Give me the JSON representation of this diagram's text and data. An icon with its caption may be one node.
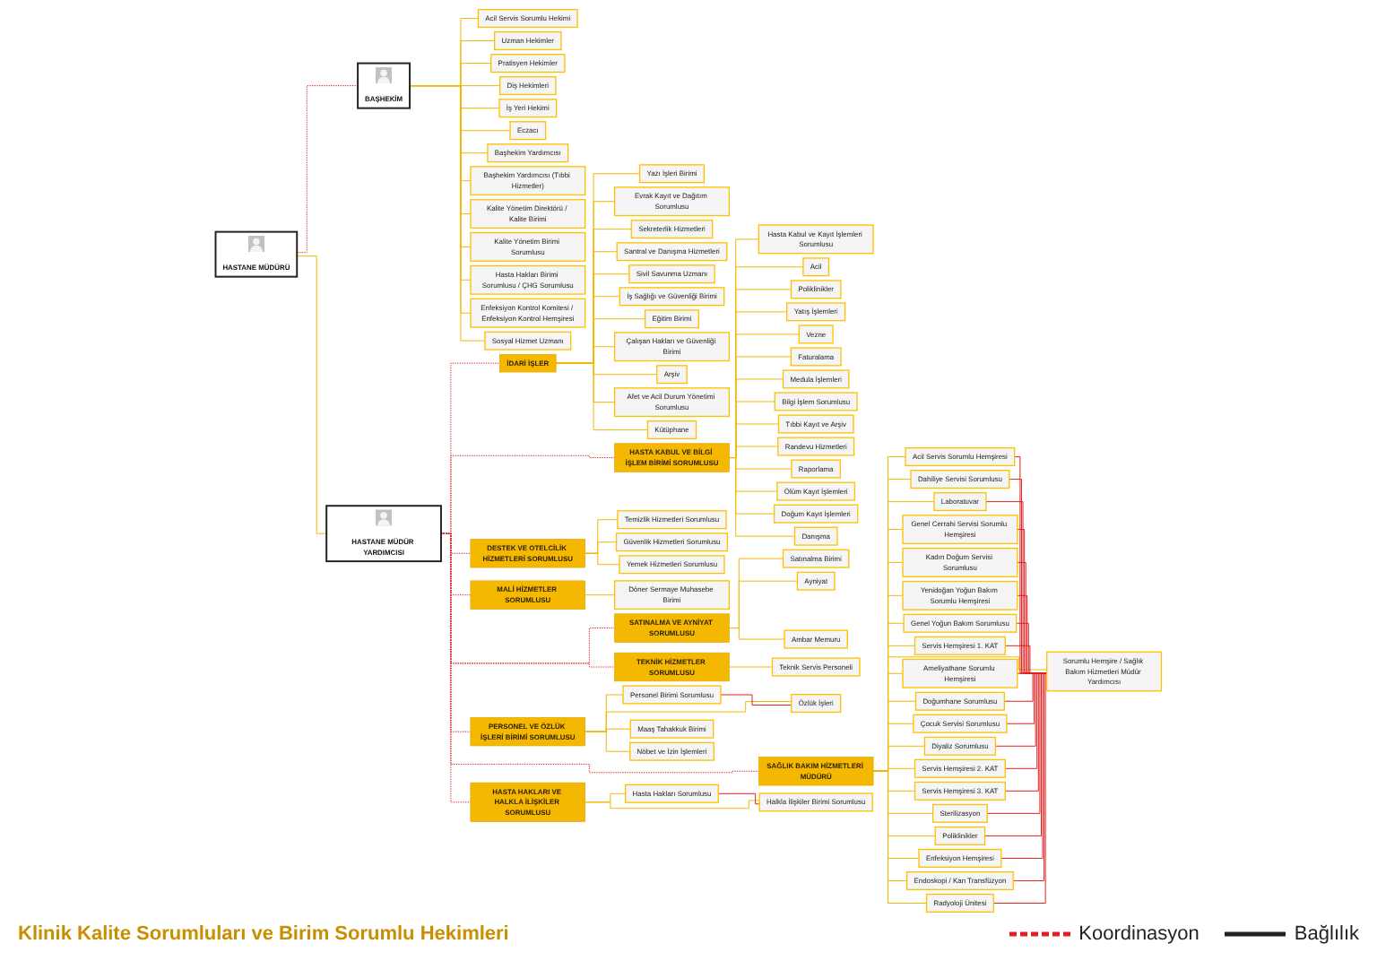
{
  "diagram": {
    "nodes": [
      {
        "text": [
          "HASTANE MÜDÜRÜ"
        ]
      },
      {
        "text": [
          "BAŞHEKİM"
        ]
      },
      {
        "text": [
          "HASTANE MÜDÜR YARDIMCISI"
        ]
      },
      {
        "text": [
          "İDARİ İŞLER"
        ]
      },
      {
        "text": [
          "HASTA KABUL VE BİLGİ İŞLEM BİRİMİ SORUMLUSU"
        ]
      },
      {
        "text": [
          "DESTEK VE OTELCİLİK HİZMETLERİ SORUMLUSU"
        ]
      },
      {
        "text": [
          "MALİ HİZMETLER SORUMLUSU"
        ]
      },
      {
        "text": [
          "SATINALMA VE AYNİYAT SORUMLUSU"
        ]
      },
      {
        "text": [
          "TEKNİK HİZMETLER SORUMLUSU"
        ]
      },
      {
        "text": [
          "PERSONEL VE ÖZLÜK İŞLERİ BİRİMİ SORUMLUSU"
        ]
      },
      {
        "text": [
          "SAĞLIK BAKIM HİZMETLERİ MÜDÜRÜ"
        ]
      },
      {
        "text": [
          "HASTA HAKLARI VE HALKLA İLİŞKİLER SORUMLUSU"
        ]
      },
      {
        "text": [
          "Yazı İşleri Birimi"
        ]
      },
      {
        "text": [
          "Evrak Kayıt ve Dağıtım Sorumlusu"
        ]
      },
      {
        "text": [
          "Sekreterlik Hizmetleri"
        ]
      },
      {
        "text": [
          "Santral ve Danışma Hizmetleri"
        ]
      },
      {
        "text": [
          "Sivil Savunma Uzmanı"
        ]
      },
      {
        "text": [
          "İş Sağlığı ve Güvenliği Birimi"
        ]
      },
      {
        "text": [
          "Eğitim Birimi"
        ]
      },
      {
        "text": [
          "Çalışan Hakları ve Güvenliği Birimi"
        ]
      },
      {
        "text": [
          "Arşiv"
        ]
      },
      {
        "text": [
          "Afet ve Acil Durum Yönetimi Sorumlusu"
        ]
      },
      {
        "text": [
          "Kütüphane"
        ]
      },
      {
        "text": [
          "Hasta Kabul ve Kayıt İşlemleri Sorumlusu"
        ]
      },
      {
        "text": [
          "Acil"
        ]
      },
      {
        "text": [
          "Poliklinikler"
        ]
      },
      {
        "text": [
          "Yatış İşlemleri"
        ]
      },
      {
        "text": [
          "Vezne"
        ]
      },
      {
        "text": [
          "Faturalama"
        ]
      },
      {
        "text": [
          "Medula İşlemleri"
        ]
      },
      {
        "text": [
          "Bilgi İşlem Sorumlusu"
        ]
      },
      {
        "text": [
          "Tıbbi Kayıt ve Arşiv"
        ]
      },
      {
        "text": [
          "Randevu Hizmetleri"
        ]
      },
      {
        "text": [
          "Raporlama"
        ]
      },
      {
        "text": [
          "Ölüm Kayıt İşlemleri"
        ]
      },
      {
        "text": [
          "Doğum Kayıt İşlemleri"
        ]
      },
      {
        "text": [
          "Danışma"
        ]
      },
      {
        "text": [
          "Temizlik Hizmetleri Sorumlusu"
        ]
      },
      {
        "text": [
          "Güvenlik Hizmetleri Sorumlusu"
        ]
      },
      {
        "text": [
          "Yemek Hizmetleri Sorumlusu"
        ]
      },
      {
        "text": [
          "Döner Sermaye Muhasebe Birimi"
        ]
      },
      {
        "text": [
          "Satınalma Birimi"
        ]
      },
      {
        "text": [
          "Ayniyat"
        ]
      },
      {
        "text": [
          "Ambar Memuru"
        ]
      },
      {
        "text": [
          "Teknik Servis Personeli"
        ]
      },
      {
        "text": [
          "Personel Birimi Sorumlusu"
        ]
      },
      {
        "text": [
          "Özlük İşleri"
        ]
      },
      {
        "text": [
          "Maaş Tahakkuk Birimi"
        ]
      },
      {
        "text": [
          "Nöbet ve İzin İşlemleri"
        ]
      },
      {
        "text": [
          "Sorumlu Hemşire / Sağlık Bakım Hizmetleri Müdür Yardımcısı"
        ]
      },
      {
        "text": [
          "Acil Servis Sorumlu Hemşiresi"
        ]
      },
      {
        "text": [
          "Dahiliye Servisi Sorumlusu"
        ]
      },
      {
        "text": [
          "Laboratuvar"
        ]
      },
      {
        "text": [
          "Genel Cerrahi Servisi Sorumlu Hemşiresi"
        ]
      },
      {
        "text": [
          "Kadın Doğum Servisi Sorumlusu"
        ]
      },
      {
        "text": [
          "Yenidoğan Yoğun Bakım Sorumlu Hemşiresi"
        ]
      },
      {
        "text": [
          "Genel Yoğun Bakım Sorumlusu"
        ]
      },
      {
        "text": [
          "Servis Hemşiresi 1. KAT"
        ]
      },
      {
        "text": [
          "Ameliyathane Sorumlu Hemşiresi"
        ]
      },
      {
        "text": [
          "Doğumhane Sorumlusu"
        ]
      },
      {
        "text": [
          "Çocuk Servisi Sorumlusu"
        ]
      },
      {
        "text": [
          "Diyaliz Sorumlusu"
        ]
      },
      {
        "text": [
          "Servis Hemşiresi 2. KAT"
        ]
      },
      {
        "text": [
          "Servis Hemşiresi 3. KAT"
        ]
      },
      {
        "text": [
          "Sterilizasyon"
        ]
      },
      {
        "text": [
          "Poliklinikler"
        ]
      },
      {
        "text": [
          "Enfeksiyon Hemşiresi"
        ]
      },
      {
        "text": [
          "Endoskopi / Kan Transfüzyon"
        ]
      },
      {
        "text": [
          "Radyoloji Ünitesi"
        ]
      },
      {
        "text": [
          "Hasta Hakları Sorumlusu"
        ]
      },
      {
        "text": [
          "Halkla İlişkiler Birimi Sorumlusu"
        ]
      },
      {
        "text": [
          "Acil Servis Sorumlu Hekimi"
        ]
      },
      {
        "text": [
          "Uzman Hekimler"
        ]
      },
      {
        "text": [
          "Pratisyen Hekimler"
        ]
      },
      {
        "text": [
          "Diş Hekimleri"
        ]
      },
      {
        "text": [
          "İş Yeri Hekimi"
        ]
      },
      {
        "text": [
          "Eczacı"
        ]
      },
      {
        "text": [
          "Başhekim Yardımcısı"
        ]
      },
      {
        "text": [
          "Başhekim Yardımcısı (Tıbbi Hizmetler)"
        ]
      },
      {
        "text": [
          "Kalite Yönetim Direktörü / Kalite Birimi"
        ]
      },
      {
        "text": [
          "Kalite Yönetim Birimi Sorumlusu"
        ]
      },
      {
        "text": [
          "Hasta Hakları Birimi Sorumlusu / ÇHG Sorumlusu"
        ]
      },
      {
        "text": [
          "Enfeksiyon Kontrol Komitesi / Enfeksiyon Kontrol Hemşiresi"
        ]
      },
      {
        "text": [
          "Sosyal Hizmet Uzmanı"
        ]
      }
    ],
    "edges": [
      {
        "from": 0,
        "to": 1,
        "arrow": "none",
        "style": "dashed",
        "color": "#e02020"
      },
      {
        "from": 0,
        "to": 2,
        "arrow": "none"
      },
      {
        "from": 2,
        "to": 3,
        "arrow": "none",
        "style": "dashed",
        "color": "#e02020"
      },
      {
        "from": 2,
        "to": 4,
        "arrow": "none",
        "style": "dashed",
        "color": "#e02020"
      },
      {
        "from": 2,
        "to": 5,
        "arrow": "none",
        "style": "dashed",
        "color": "#e02020"
      },
      {
        "from": 2,
        "to": 6,
        "arrow": "none",
        "style": "dashed",
        "color": "#e02020"
      },
      {
        "from": 2,
        "to": 7,
        "arrow": "none",
        "style": "dashed",
        "color": "#e02020"
      },
      {
        "from": 2,
        "to": 8,
        "arrow": "none",
        "style": "dashed",
        "color": "#e02020"
      },
      {
        "from": 2,
        "to": 9,
        "arrow": "none",
        "style": "dashed",
        "color": "#e02020"
      },
      {
        "from": 2,
        "to": 10,
        "arrow": "none",
        "style": "dashed",
        "color": "#e02020"
      },
      {
        "from": 2,
        "to": 11,
        "arrow": "none",
        "style": "dashed",
        "color": "#e02020"
      },
      {
        "from": 3,
        "to": 12,
        "arrow": "none"
      },
      {
        "from": 3,
        "to": 13,
        "arrow": "none"
      },
      {
        "from": 3,
        "to": 14,
        "arrow": "none"
      },
      {
        "from": 3,
        "to": 15,
        "arrow": "none"
      },
      {
        "from": 3,
        "to": 16,
        "arrow": "none"
      },
      {
        "from": 3,
        "to": 17,
        "arrow": "none"
      },
      {
        "from": 3,
        "to": 18,
        "arrow": "none"
      },
      {
        "from": 3,
        "to": 19,
        "arrow": "none"
      },
      {
        "from": 3,
        "to": 20,
        "arrow": "none"
      },
      {
        "from": 3,
        "to": 21,
        "arrow": "none"
      },
      {
        "from": 3,
        "to": 22,
        "arrow": "none"
      },
      {
        "from": 4,
        "to": 23,
        "arrow": "none"
      },
      {
        "from": 4,
        "to": 24,
        "arrow": "none"
      },
      {
        "from": 4,
        "to": 25,
        "arrow": "none"
      },
      {
        "from": 4,
        "to": 26,
        "arrow": "none"
      },
      {
        "from": 4,
        "to": 27,
        "arrow": "none"
      },
      {
        "from": 4,
        "to": 28,
        "arrow": "none"
      },
      {
        "from": 4,
        "to": 29,
        "arrow": "none"
      },
      {
        "from": 4,
        "to": 30,
        "arrow": "none"
      },
      {
        "from": 4,
        "to": 31,
        "arrow": "none"
      },
      {
        "from": 4,
        "to": 32,
        "arrow": "none"
      },
      {
        "from": 4,
        "to": 33,
        "arrow": "none"
      },
      {
        "from": 4,
        "to": 34,
        "arrow": "none"
      },
      {
        "from": 4,
        "to": 35,
        "arrow": "none"
      },
      {
        "from": 4,
        "to": 36,
        "arrow": "none"
      },
      {
        "from": 5,
        "to": 37,
        "arrow": "none"
      },
      {
        "from": 5,
        "to": 38,
        "arrow": "none"
      },
      {
        "from": 5,
        "to": 39,
        "arrow": "none"
      },
      {
        "from": 6,
        "to": 40,
        "arrow": "none"
      },
      {
        "from": 7,
        "to": 41,
        "arrow": "none"
      },
      {
        "from": 7,
        "to": 42,
        "arrow": "none"
      },
      {
        "from": 7,
        "to": 43,
        "arrow": "none"
      },
      {
        "from": 8,
        "to": 44,
        "arrow": "none"
      },
      {
        "from": 9,
        "to": 45,
        "arrow": "none"
      },
      {
        "from": 9,
        "to": 46,
        "arrow": "none"
      },
      {
        "from": 9,
        "to": 47,
        "arrow": "none"
      },
      {
        "from": 9,
        "to": 48,
        "arrow": "none"
      },
      {
        "from": 10,
        "to": 49,
        "arrow": "none"
      },
      {
        "from": 10,
        "to": 50,
        "arrow": "none"
      },
      {
        "from": 10,
        "to": 51,
        "arrow": "none"
      },
      {
        "from": 10,
        "to": 52,
        "arrow": "none"
      },
      {
        "from": 10,
        "to": 53,
        "arrow": "none"
      },
      {
        "from": 10,
        "to": 54,
        "arrow": "none"
      },
      {
        "from": 10,
        "to": 55,
        "arrow": "none"
      },
      {
        "from": 10,
        "to": 56,
        "arrow": "none"
      },
      {
        "from": 10,
        "to": 57,
        "arrow": "none"
      },
      {
        "from": 10,
        "to": 58,
        "arrow": "none"
      },
      {
        "from": 10,
        "to": 59,
        "arrow": "none"
      },
      {
        "from": 10,
        "to": 60,
        "arrow": "none"
      },
      {
        "from": 10,
        "to": 61,
        "arrow": "none"
      },
      {
        "from": 10,
        "to": 62,
        "arrow": "none"
      },
      {
        "from": 10,
        "to": 63,
        "arrow": "none"
      },
      {
        "from": 10,
        "to": 64,
        "arrow": "none"
      },
      {
        "from": 10,
        "to": 65,
        "arrow": "none"
      },
      {
        "from": 10,
        "to": 66,
        "arrow": "none"
      },
      {
        "from": 10,
        "to": 67,
        "arrow": "none"
      },
      {
        "from": 10,
        "to": 68,
        "arrow": "none"
      },
      {
        "from": 11,
        "to": 69,
        "arrow": "none"
      },
      {
        "from": 11,
        "to": 70,
        "arrow": "none"
      },
      {
        "from": 45,
        "to": 46,
        "arrow": "none",
        "color": "#e02020"
      },
      {
        "from": 50,
        "to": 49,
        "arrow": "none",
        "color": "#e02020"
      },
      {
        "from": 51,
        "to": 49,
        "arrow": "none",
        "color": "#e02020"
      },
      {
        "from": 52,
        "to": 49,
        "arrow": "none",
        "color": "#e02020"
      },
      {
        "from": 53,
        "to": 49,
        "arrow": "none",
        "color": "#e02020"
      },
      {
        "from": 54,
        "to": 49,
        "arrow": "none",
        "color": "#e02020"
      },
      {
        "from": 55,
        "to": 49,
        "arrow": "none",
        "color": "#e02020"
      },
      {
        "from": 56,
        "to": 49,
        "arrow": "none",
        "color": "#e02020"
      },
      {
        "from": 57,
        "to": 49,
        "arrow": "none",
        "color": "#e02020"
      },
      {
        "from": 58,
        "to": 49,
        "arrow": "none",
        "color": "#e02020"
      },
      {
        "from": 59,
        "to": 49,
        "arrow": "none",
        "color": "#e02020"
      },
      {
        "from": 60,
        "to": 49,
        "arrow": "none",
        "color": "#e02020"
      },
      {
        "from": 61,
        "to": 49,
        "arrow": "none",
        "color": "#e02020"
      },
      {
        "from": 62,
        "to": 49,
        "arrow": "none",
        "color": "#e02020"
      },
      {
        "from": 63,
        "to": 49,
        "arrow": "none",
        "color": "#e02020"
      },
      {
        "from": 64,
        "to": 49,
        "arrow": "none",
        "color": "#e02020"
      },
      {
        "from": 65,
        "to": 49,
        "arrow": "none",
        "color": "#e02020"
      },
      {
        "from": 66,
        "to": 49,
        "arrow": "none",
        "color": "#e02020"
      },
      {
        "from": 67,
        "to": 49,
        "arrow": "none",
        "color": "#e02020"
      },
      {
        "from": 68,
        "to": 49,
        "arrow": "none",
        "color": "#e02020"
      },
      {
        "from": 69,
        "to": 70,
        "arrow": "none",
        "color": "#e02020"
      },
      {
        "from": 1,
        "to": 71,
        "arrow": "none"
      },
      {
        "from": 1,
        "to": 72,
        "arrow": "none"
      },
      {
        "from": 1,
        "to": 73,
        "arrow": "none"
      },
      {
        "from": 1,
        "to": 74,
        "arrow": "none"
      },
      {
        "from": 1,
        "to": 75,
        "arrow": "none"
      },
      {
        "from": 1,
        "to": 76,
        "arrow": "none"
      },
      {
        "from": 1,
        "to": 77,
        "arrow": "none"
      },
      {
        "from": 1,
        "to": 78,
        "arrow": "none"
      },
      {
        "from": 1,
        "to": 79,
        "arrow": "none"
      },
      {
        "from": 1,
        "to": 80,
        "arrow": "none"
      },
      {
        "from": 1,
        "to": 81,
        "arrow": "none"
      },
      {
        "from": 1,
        "to": 82,
        "arrow": "none"
      },
      {
        "from": 1,
        "to": 83,
        "arrow": "none"
      }
    ],
    "labels": [
      "Klinik Kalite Sorumluları ve Birim Sorumlu Hekimleri"
    ],
    "legend": [
      {
        "text": "Koordinasyon"
      },
      {
        "text": "Bağlılık"
      }
    ]
  }
}
